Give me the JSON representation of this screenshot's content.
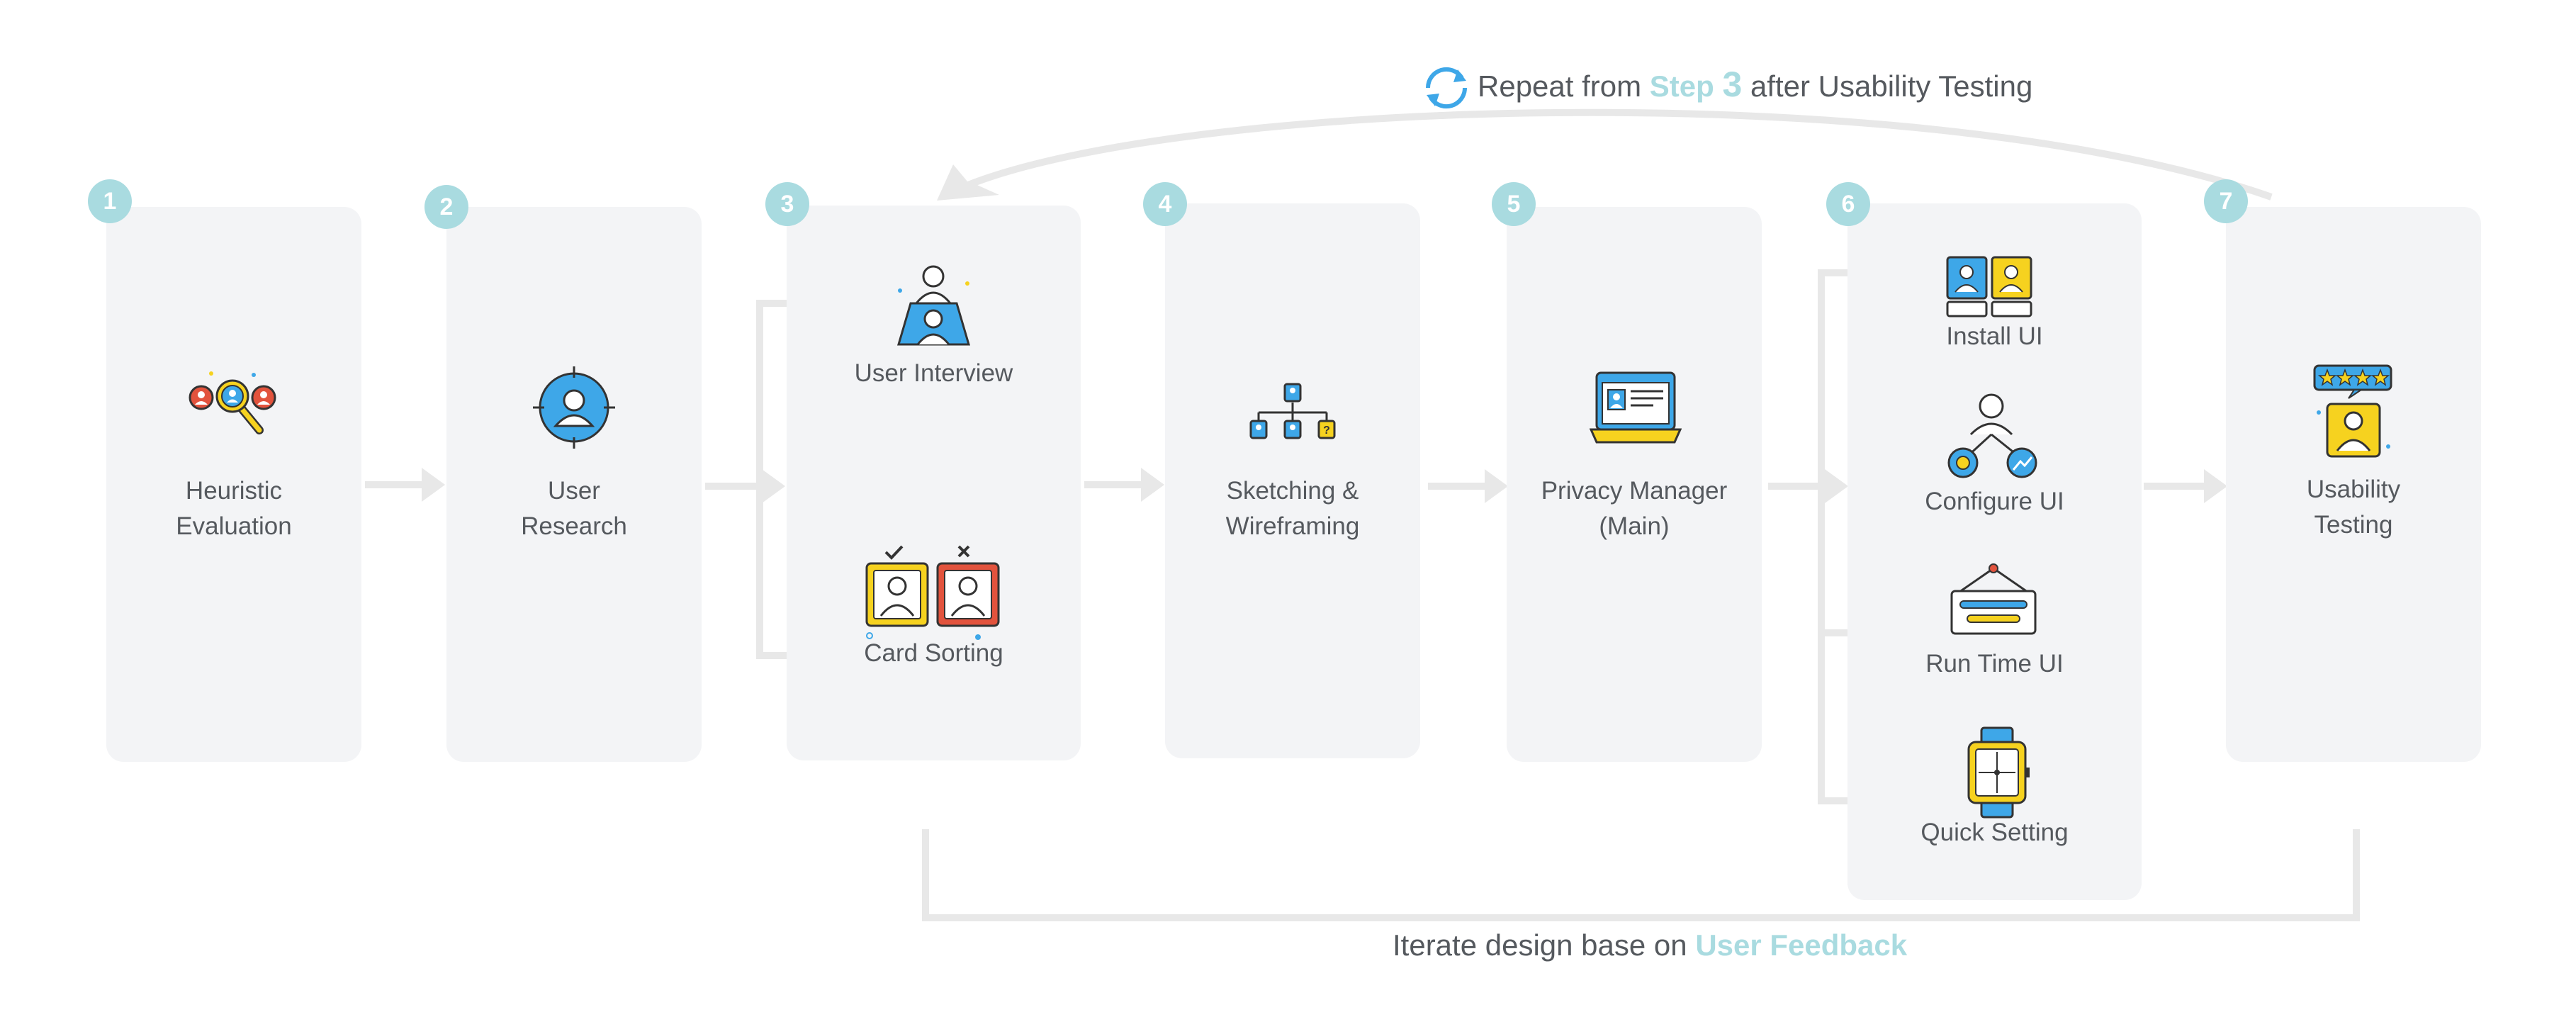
{
  "colors": {
    "accent": "#a9dbe0",
    "card": "#f3f4f6",
    "connector": "#e8e8e8",
    "blue": "#3ea7e8",
    "yellow": "#f6d21f",
    "red": "#e2533d"
  },
  "repeat_note": {
    "prefix": "Repeat from ",
    "step_word": "Step",
    "step_number": "3",
    "suffix": " after Usability Testing",
    "icon": "refresh-icon"
  },
  "iterate_note": {
    "prefix": "Iterate design base on ",
    "highlight": "User Feedback"
  },
  "steps": [
    {
      "number": "1",
      "line1": "Heuristic",
      "line2": "Evaluation",
      "icon": "heuristic-magnifier-icon"
    },
    {
      "number": "2",
      "line1": "User",
      "line2": "Research",
      "icon": "user-target-icon"
    },
    {
      "number": "3",
      "items": [
        {
          "label": "User Interview",
          "icon": "user-interview-icon"
        },
        {
          "label": "Card Sorting",
          "icon": "card-sorting-icon"
        }
      ]
    },
    {
      "number": "4",
      "line1": "Sketching &",
      "line2": "Wireframing",
      "icon": "wireframe-tree-icon"
    },
    {
      "number": "5",
      "line1": "Privacy Manager",
      "line2": "(Main)",
      "icon": "laptop-profile-icon"
    },
    {
      "number": "6",
      "items": [
        {
          "label": "Install UI",
          "icon": "install-ui-icon"
        },
        {
          "label": "Configure UI",
          "icon": "configure-ui-icon"
        },
        {
          "label": "Run Time UI",
          "icon": "runtime-ui-icon"
        },
        {
          "label": "Quick Setting",
          "icon": "smartwatch-icon"
        }
      ]
    },
    {
      "number": "7",
      "line1": "Usability",
      "line2": "Testing",
      "icon": "rating-user-icon"
    }
  ]
}
